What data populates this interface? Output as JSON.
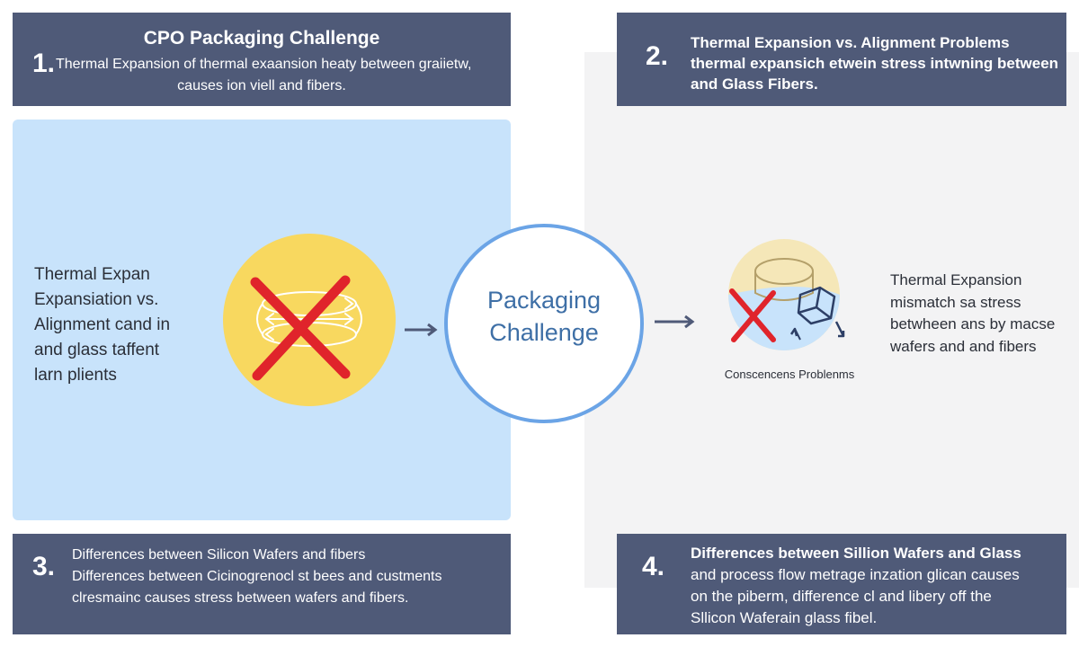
{
  "colors": {
    "panel": "#4f5a78",
    "blue_area": "#c8e3fb",
    "yellow": "#f8d85f",
    "red_x": "#e0242b",
    "circle_border": "#6ba4e6",
    "center_text": "#3e6fa6"
  },
  "panel1": {
    "title": "CPO Packaging Challenge",
    "number": "1.",
    "line1": "Thermal Expansion of thermal exaansion heaty between graiietw,",
    "line2": "causes ion viell and fibers."
  },
  "panel2": {
    "number": "2.",
    "line1": "Thermal Expansion vs. Alignment Problems",
    "line2": "thermal expansich etwein stress intwning between",
    "line3": "and Glass Fibers."
  },
  "panel3": {
    "number": "3.",
    "line1": "Differences between Silicon Wafers and fibers",
    "line2": "Differences between Cicinogrenocl st bees and custments",
    "line3": "clresmainc causes stress between wafers and fibers."
  },
  "panel4": {
    "number": "4.",
    "line1": "Differences between Sillion Wafers and Glass",
    "line2": "and process flow metrage inzation glican causes",
    "line3": "on the piberm, difference cl and libery off the",
    "line4": "Sllicon Waferain glass fibel."
  },
  "left_text": {
    "line1": "Thermal Expan",
    "line2": "Expansiation vs.",
    "line3": "Alignment cand in",
    "line4": "and glass taffent",
    "line5": "larn plients"
  },
  "center": {
    "line1": "Packaging",
    "line2": "Challenge"
  },
  "right_text": {
    "line1": "Thermal Expansion",
    "line2": "mismatch sa stress",
    "line3": "betwheen ans by macse",
    "line4": "wafers and and fibers"
  },
  "right_caption": "Conscencens Problenms",
  "icons": {
    "left_icon": "expansion-arrows-icon",
    "right_icon": "wafer-fiber-icon",
    "cross": "red-x-icon",
    "arrow": "arrow-right-icon"
  }
}
